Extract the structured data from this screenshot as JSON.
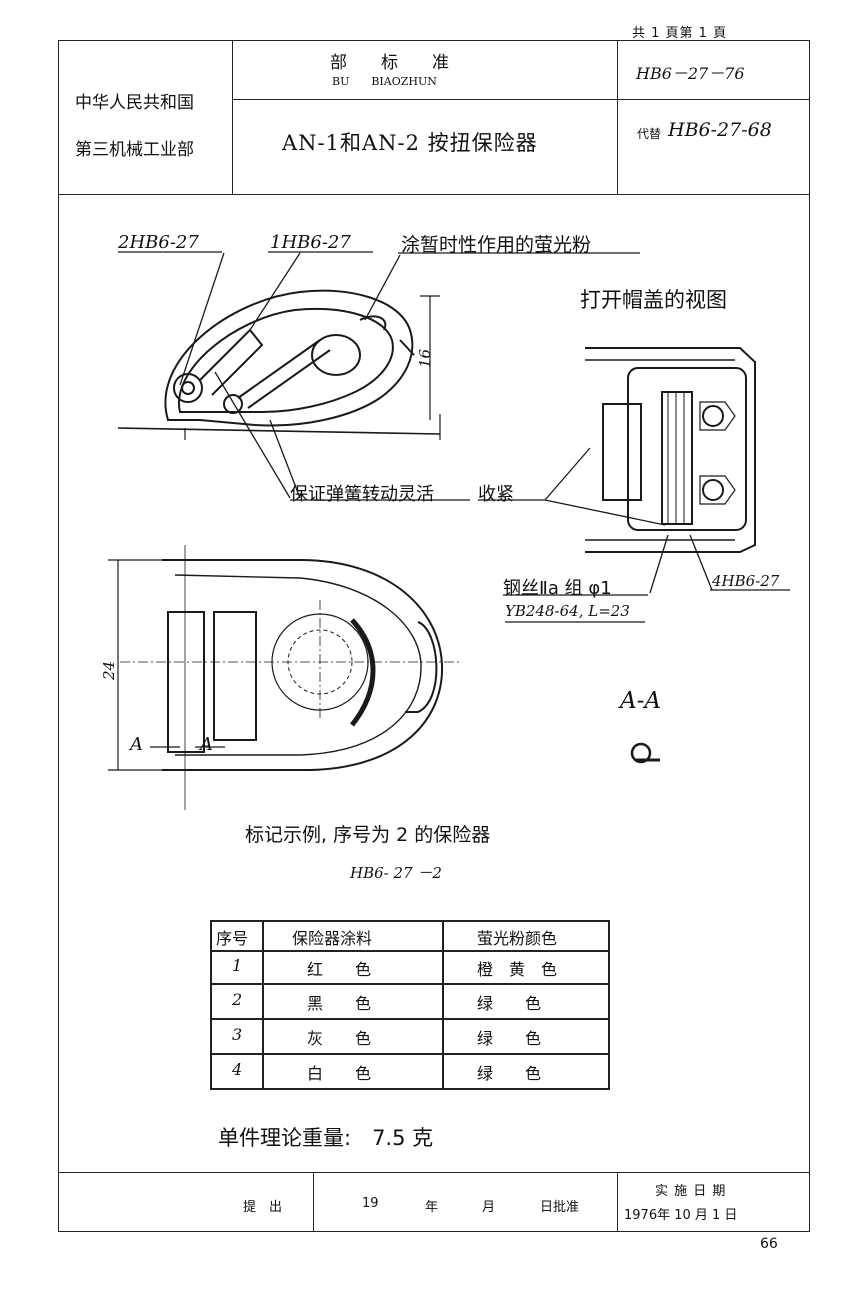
{
  "top_page": "共  1 頁第  1 頁",
  "header": {
    "org_line1": "中华人民共和国",
    "org_line2": "第三机械工业部",
    "std_type": "部　　标　　准",
    "std_type_pinyin": "BU　　BIAOZHUN",
    "title": "AN-1和AN-2 按扭保险器",
    "std_number": "HB6－27－76",
    "replace_prefix": "代替",
    "replaces": "HB6-27-68"
  },
  "drawing": {
    "callout_2hb": "2HB6-27",
    "callout_1hb": "1HB6-27",
    "callout_paint": "涂暂时性作用的萤光粉",
    "view_open_cap": "打开帽盖的视图",
    "dim_16": "16",
    "note_spring": "保证弹簧转动灵活",
    "note_tight": "收紧",
    "wire_spec": "钢丝Ⅱa 组 φ1",
    "wire_std": "YB248-64, L=23",
    "callout_4hb": "4HB6-27",
    "dim_24": "24",
    "section_a1": "A",
    "section_a2": "A",
    "section_label": "A-A"
  },
  "marking": {
    "caption": "标记示例, 序号为 2 的保险器",
    "example": "HB6- 27 －2"
  },
  "table": {
    "headers": [
      "序号",
      "保险器涂料",
      "萤光粉颜色"
    ],
    "rows": [
      [
        "1",
        "红　　色",
        "橙　黄　色"
      ],
      [
        "2",
        "黑　　色",
        "绿　　色"
      ],
      [
        "3",
        "灰　　色",
        "绿　　色"
      ],
      [
        "4",
        "白　　色",
        "绿　　色"
      ]
    ]
  },
  "weight": "单件理论重量:　7.5 克",
  "footer": {
    "submit": "提　出",
    "year": "19",
    "year_unit": "年",
    "month_unit": "月",
    "approve": "日批准",
    "impl_label": "实 施 日 期",
    "impl_date": "1976年 10 月 1 日"
  },
  "page_number": "66"
}
